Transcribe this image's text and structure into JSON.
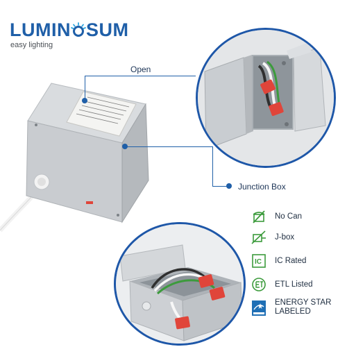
{
  "logo": {
    "wordmark": "LUMINOSUM",
    "tagline": "easy lighting",
    "color": "#1f5fa8",
    "sun_color": "#2ea7e0"
  },
  "callouts": {
    "open_label": "Open",
    "junction_box_label": "Junction Box"
  },
  "features": [
    {
      "icon": "no-can-icon",
      "label": "No Can"
    },
    {
      "icon": "j-box-icon",
      "label": "J-box"
    },
    {
      "icon": "ic-rated-icon",
      "label": "IC Rated"
    },
    {
      "icon": "etl-listed-icon",
      "label": "ETL Listed"
    },
    {
      "icon": "energy-star-icon",
      "label": "ENERGY STAR",
      "label2": "LABELED"
    }
  ],
  "colors": {
    "accent_blue": "#1f5fa8",
    "feature_green": "#3c9b3c",
    "box_silver": "#cfd3d6",
    "connector_red": "#e0453a"
  }
}
